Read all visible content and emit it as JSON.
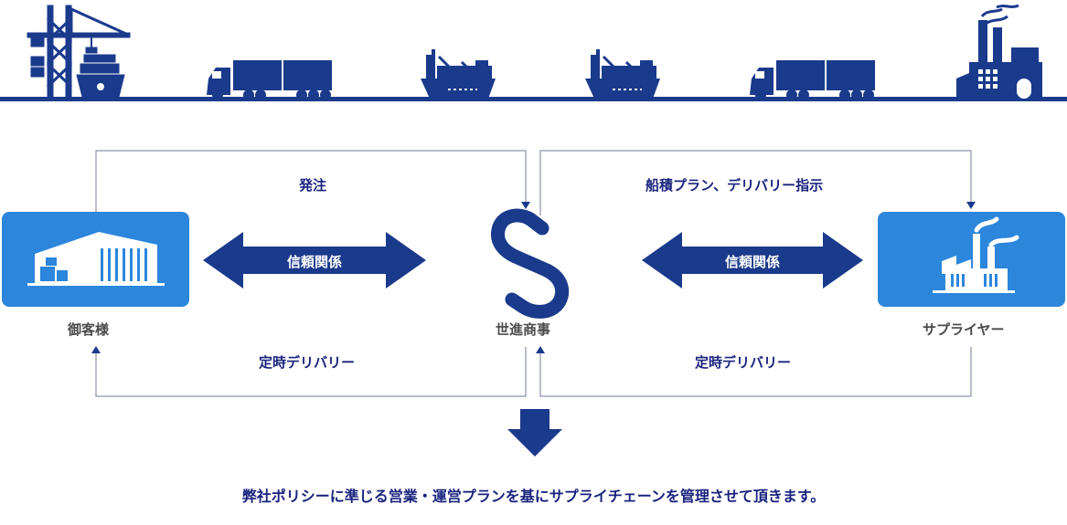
{
  "flows": {
    "order_label": "発注",
    "instruction_label": "船積プラン、デリバリー指示",
    "left_delivery_label": "定時デリバリー",
    "right_delivery_label": "定時デリバリー"
  },
  "relations": {
    "left_label": "信頼関係",
    "right_label": "信頼関係"
  },
  "nodes": {
    "customer_label": "御客様",
    "company_label": "世進商事",
    "supplier_label": "サプライヤー"
  },
  "policy_text": "弊社ポリシーに準じる営業・運営プランを基にサプライチェーンを管理させて頂きます。",
  "colors": {
    "navy": "#1a3a8c",
    "box_blue": "#2b86dc",
    "line_gray": "#8a93a6"
  },
  "icons": [
    "port-crane-ship-icon",
    "truck-icon",
    "cargo-ship-icon",
    "cargo-ship-icon",
    "truck-icon",
    "factory-icon",
    "warehouse-icon",
    "s-logo-icon",
    "supplier-factory-icon"
  ]
}
